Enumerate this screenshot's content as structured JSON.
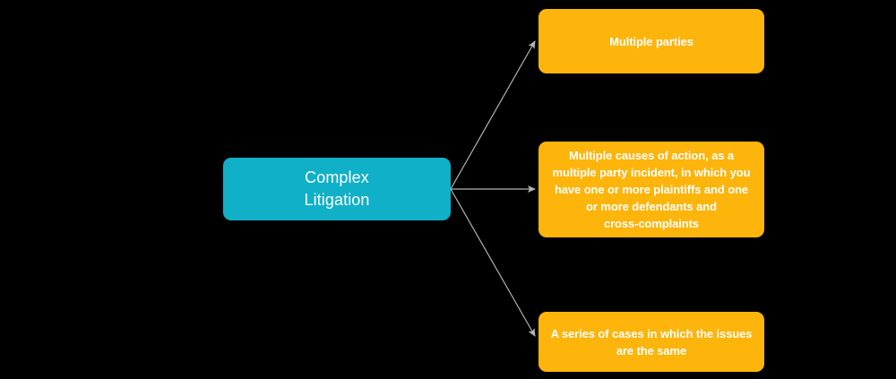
{
  "diagram": {
    "title": "Complex Litigation concept map",
    "background_color": "#000000",
    "root": {
      "label": "Complex\nLitigation",
      "color": "#0FB0C8",
      "text_color": "#FFFFFF"
    },
    "edge": {
      "color": "#B3B3B3",
      "arrowhead": "triangle"
    },
    "branches": [
      {
        "id": "multiple-parties",
        "label": "Multiple parties",
        "color": "#FDB40B",
        "text_color": "#FFFFFF"
      },
      {
        "id": "multiple-causes-of-action",
        "label": "Multiple causes of action, as a\nmultiple party incident, in which you\nhave one or more plaintiffs and one\nor more defendants and\ncross-complaints",
        "color": "#FDB40B",
        "text_color": "#FFFFFF"
      },
      {
        "id": "series-of-cases",
        "label": "A series of cases in which the issues\nare the same",
        "color": "#FDB40B",
        "text_color": "#FFFFFF"
      }
    ]
  }
}
